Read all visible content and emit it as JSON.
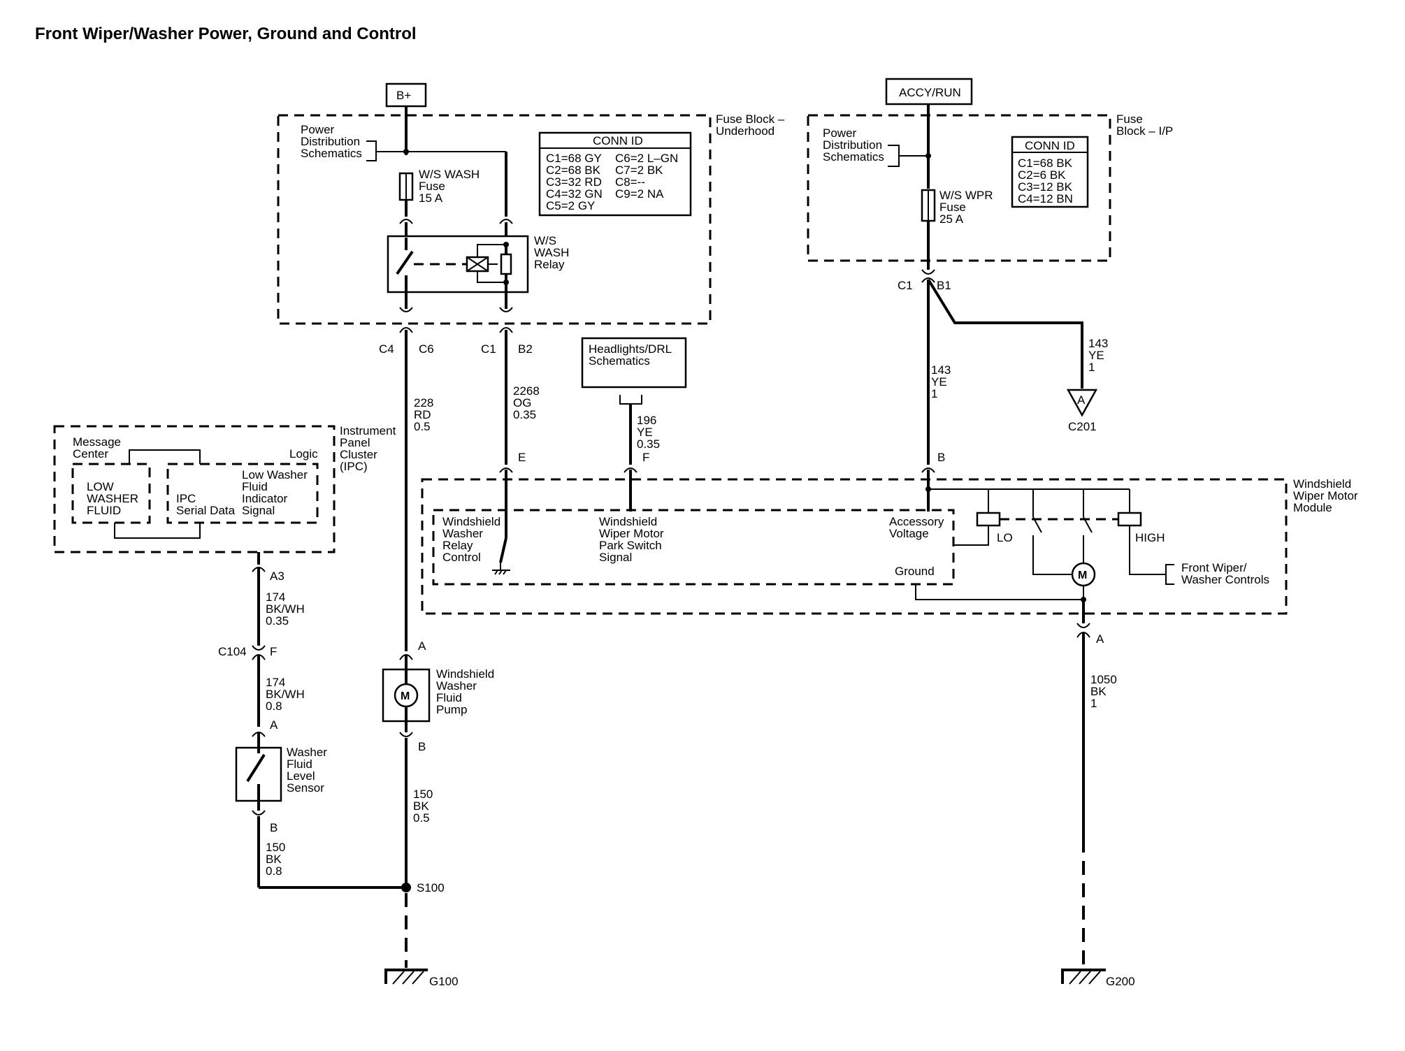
{
  "title": "Front Wiper/Washer Power, Ground and Control",
  "power": {
    "bplus": "B+",
    "accy_run": "ACCY/RUN"
  },
  "fuse_block_underhood": {
    "label_1": "Fuse Block –",
    "label_2": "Underhood",
    "pds": [
      "Power",
      "Distribution",
      "Schematics"
    ],
    "fuse": [
      "W/S WASH",
      "Fuse",
      "15 A"
    ],
    "relay": [
      "W/S",
      "WASH",
      "Relay"
    ],
    "conn_title": "CONN ID",
    "conn_rows": [
      [
        "C1=68 GY",
        "C6=2 L–GN"
      ],
      [
        "C2=68 BK",
        "C7=2 BK"
      ],
      [
        "C3=32 RD",
        "C8=--"
      ],
      [
        "C4=32 GN",
        "C9=2 NA"
      ],
      [
        "C5=2 GY",
        ""
      ]
    ]
  },
  "fuse_block_ip": {
    "label_1": "Fuse",
    "label_2": "Block – I/P",
    "pds": [
      "Power",
      "Distribution",
      "Schematics"
    ],
    "fuse": [
      "W/S WPR",
      "Fuse",
      "25 A"
    ],
    "conn_title": "CONN ID",
    "conn_rows": [
      "C1=68 BK",
      "C2=6 BK",
      "C3=12 BK",
      "C4=12 BN"
    ]
  },
  "connectors": {
    "c4": "C4",
    "c6": "C6",
    "c1": "C1",
    "b2": "B2",
    "c1_ip": "C1",
    "b1_ip": "B1",
    "e": "E",
    "f": "F",
    "b": "B",
    "a3": "A3",
    "c104": "C104",
    "c104_f": "F",
    "sensor_a": "A",
    "sensor_b": "B",
    "pump_a": "A",
    "pump_b": "B",
    "module_a": "A",
    "s100": "S100",
    "g100": "G100",
    "g200": "G200",
    "c201": "C201",
    "c201_pin": "A"
  },
  "wires": {
    "w228": [
      "228",
      "RD",
      "0.5"
    ],
    "w2268": [
      "2268",
      "OG",
      "0.35"
    ],
    "w196": [
      "196",
      "YE",
      "0.35"
    ],
    "w143a": [
      "143",
      "YE",
      "1"
    ],
    "w143b": [
      "143",
      "YE",
      "1"
    ],
    "w174a": [
      "174",
      "BK/WH",
      "0.35"
    ],
    "w174b": [
      "174",
      "BK/WH",
      "0.8"
    ],
    "w150a": [
      "150",
      "BK",
      "0.5"
    ],
    "w150b": [
      "150",
      "BK",
      "0.8"
    ],
    "w1050": [
      "1050",
      "BK",
      "1"
    ]
  },
  "headlights": [
    "Headlights/DRL",
    "Schematics"
  ],
  "ipc": {
    "label": [
      "Instrument",
      "Panel",
      "Cluster",
      "(IPC)"
    ],
    "message_center": [
      "Message",
      "Center"
    ],
    "logic": "Logic",
    "low_washer_fluid": [
      "LOW",
      "WASHER",
      "FLUID"
    ],
    "ipc_serial": [
      "IPC",
      "Serial Data"
    ],
    "low_washer_signal": [
      "Low Washer",
      "Fluid",
      "Indicator",
      "Signal"
    ]
  },
  "wiper_module": {
    "label": [
      "Windshield",
      "Wiper Motor",
      "Module"
    ],
    "relay_control": [
      "Windshield",
      "Washer",
      "Relay",
      "Control"
    ],
    "park_switch": [
      "Windshield",
      "Wiper Motor",
      "Park Switch",
      "Signal"
    ],
    "accessory_voltage": [
      "Accessory",
      "Voltage"
    ],
    "ground": "Ground",
    "lo": "LO",
    "high": "HIGH",
    "front_controls": [
      "Front Wiper/",
      "Washer Controls"
    ],
    "motor_symbol": "M"
  },
  "pump": {
    "label": [
      "Windshield",
      "Washer",
      "Fluid",
      "Pump"
    ],
    "motor_symbol": "M"
  },
  "sensor": {
    "label": [
      "Washer",
      "Fluid",
      "Level",
      "Sensor"
    ]
  }
}
